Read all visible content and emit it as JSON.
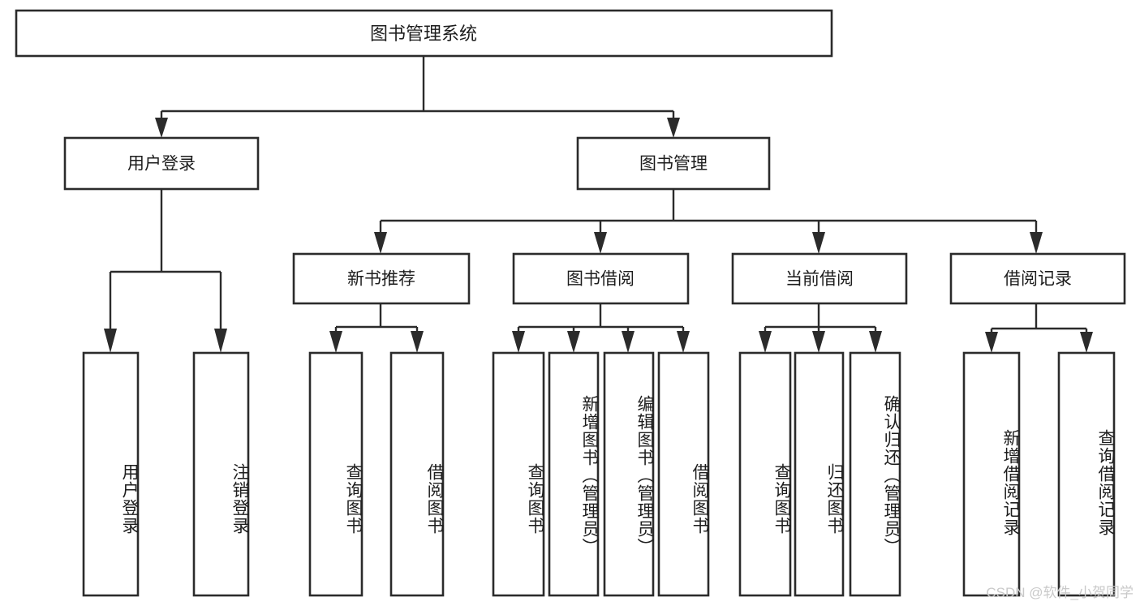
{
  "diagram": {
    "type": "tree-hierarchy",
    "title": "图书管理系统",
    "orientation": "top-down",
    "root": {
      "id": "root",
      "label": "图书管理系统"
    },
    "level2": [
      {
        "id": "user-login",
        "label": "用户登录"
      },
      {
        "id": "book-manage",
        "label": "图书管理"
      }
    ],
    "level3": [
      {
        "id": "new-book-recommend",
        "label": "新书推荐",
        "parent": "book-manage"
      },
      {
        "id": "book-borrow",
        "label": "图书借阅",
        "parent": "book-manage"
      },
      {
        "id": "current-borrow",
        "label": "当前借阅",
        "parent": "book-manage"
      },
      {
        "id": "borrow-record",
        "label": "借阅记录",
        "parent": "book-manage"
      }
    ],
    "leaves": {
      "user-login": [
        {
          "id": "leaf-user-login",
          "label": "用户登录"
        },
        {
          "id": "leaf-user-logout",
          "label": "注销登录"
        }
      ],
      "new-book-recommend": [
        {
          "id": "leaf-query-book-1",
          "label": "查询图书"
        },
        {
          "id": "leaf-borrow-book-1",
          "label": "借阅图书"
        }
      ],
      "book-borrow": [
        {
          "id": "leaf-query-book-2",
          "label": "查询图书"
        },
        {
          "id": "leaf-add-book",
          "label": "新增图书（管理员）"
        },
        {
          "id": "leaf-edit-book",
          "label": "编辑图书（管理员）"
        },
        {
          "id": "leaf-borrow-book-2",
          "label": "借阅图书"
        }
      ],
      "current-borrow": [
        {
          "id": "leaf-query-book-3",
          "label": "查询图书"
        },
        {
          "id": "leaf-return-book",
          "label": "归还图书"
        },
        {
          "id": "leaf-confirm-return",
          "label": "确认归还（管理员）"
        }
      ],
      "borrow-record": [
        {
          "id": "leaf-add-record",
          "label": "新增借阅记录"
        },
        {
          "id": "leaf-query-record",
          "label": "查询借阅记录"
        }
      ]
    }
  },
  "watermark": {
    "text": "CSDN @软件_小贺同学"
  },
  "colors": {
    "stroke": "#2b2b2b",
    "box_fill": "#ffffff",
    "text": "#1d1d1d",
    "background": "#ffffff",
    "watermark": "#c9c9c9"
  }
}
